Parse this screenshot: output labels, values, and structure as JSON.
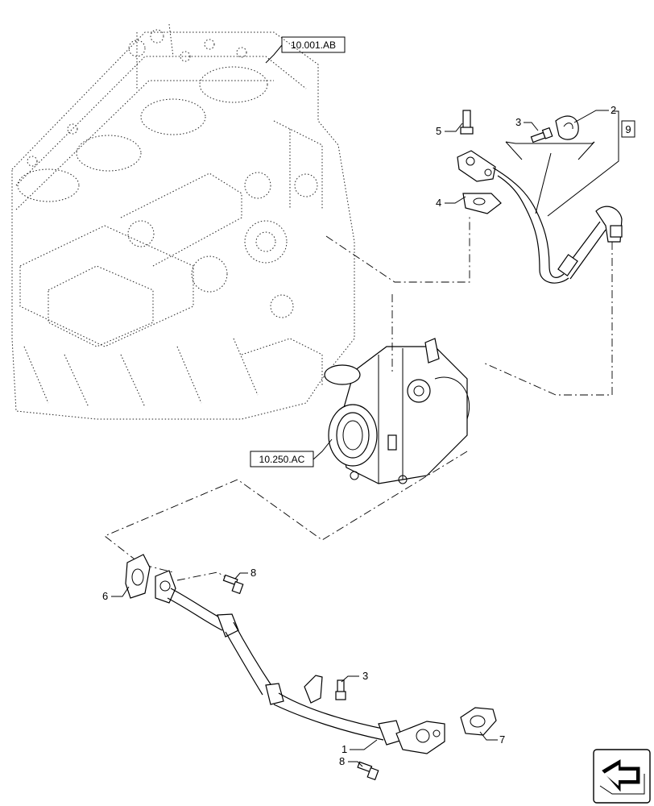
{
  "references": {
    "engine_block": "10.001.AB",
    "turbocharger": "10.250.AC"
  },
  "bracket_note": "9",
  "callouts": {
    "c1": "1",
    "c2": "2",
    "c3_upper": "3",
    "c3_lower": "3",
    "c4": "4",
    "c5": "5",
    "c6": "6",
    "c7": "7",
    "c8_upper": "8",
    "c8_lower": "8"
  },
  "icons": {
    "navigation": "arrow-icon"
  }
}
